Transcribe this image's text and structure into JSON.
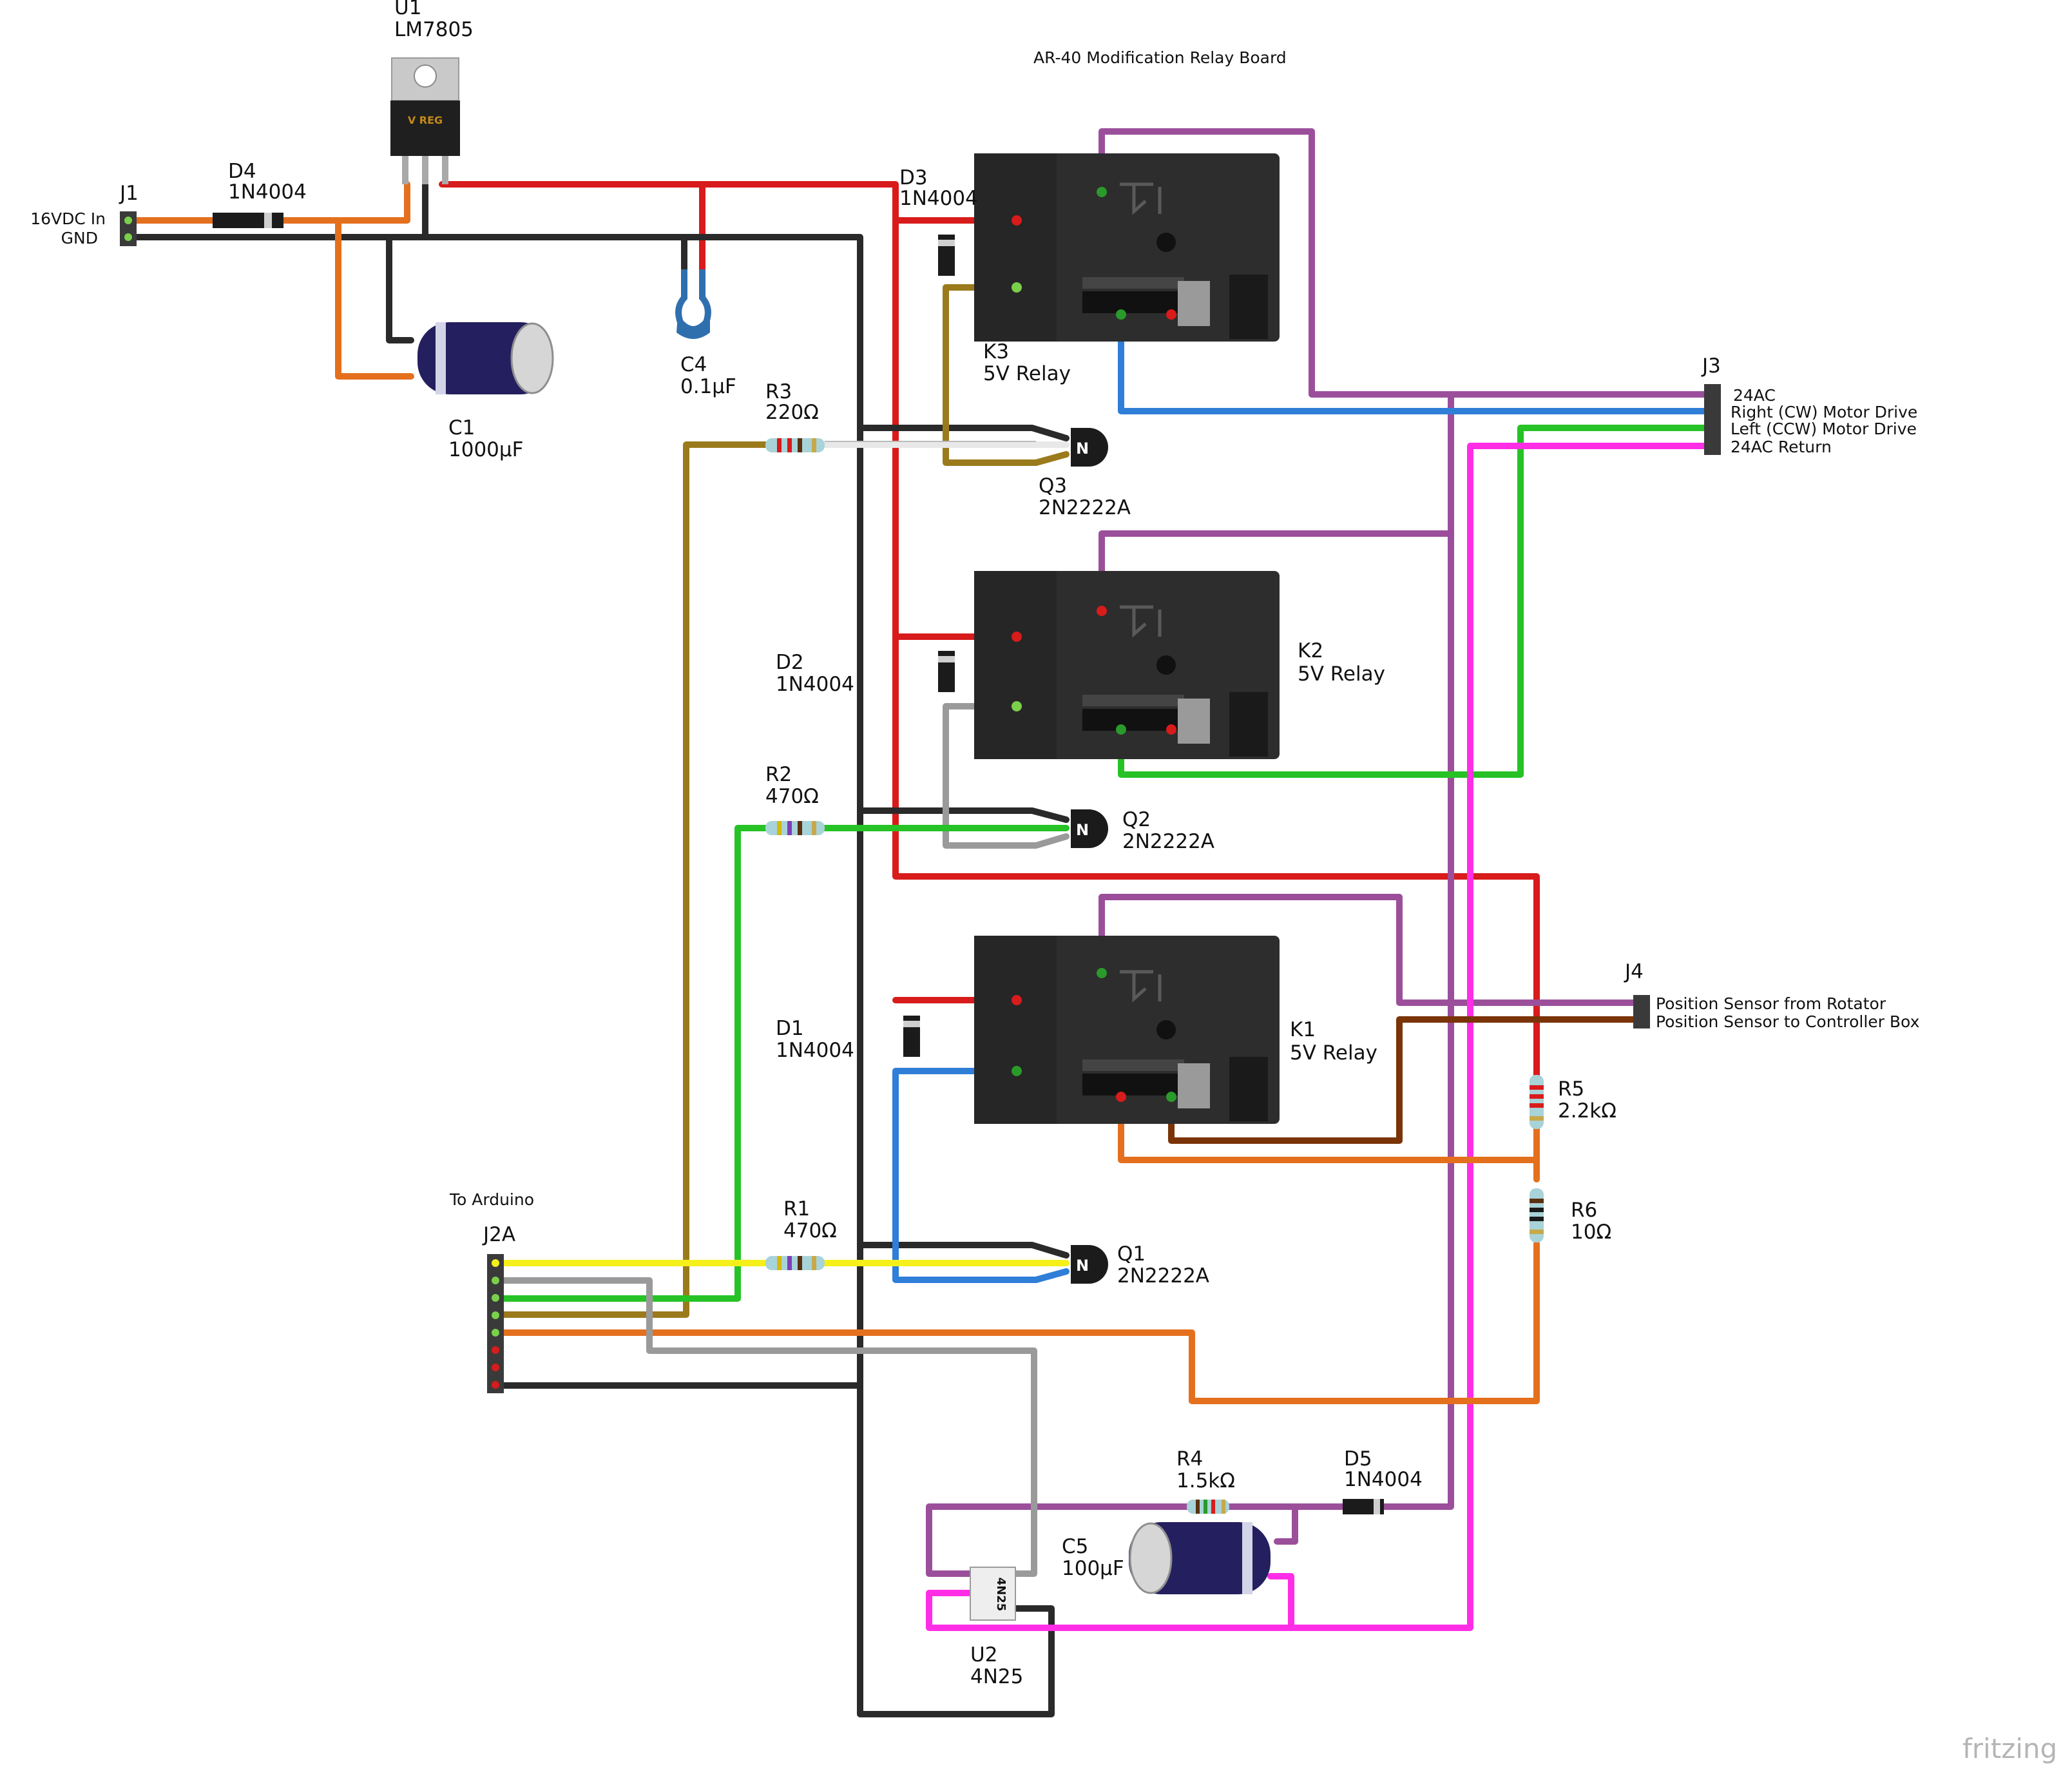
{
  "title": "AR-40 Modification Relay Board",
  "watermark": "fritzing",
  "parts": {
    "U1": {
      "ref": "U1",
      "value": "LM7805",
      "body_text": "V REG"
    },
    "J1": {
      "ref": "J1",
      "pins": [
        "16VDC In",
        "GND"
      ]
    },
    "D4": {
      "ref": "D4",
      "value": "1N4004"
    },
    "C1": {
      "ref": "C1",
      "value": "1000µF"
    },
    "C4": {
      "ref": "C4",
      "value": "0.1µF"
    },
    "D3": {
      "ref": "D3",
      "value": "1N4004"
    },
    "K3": {
      "ref": "K3",
      "value": "5V Relay"
    },
    "R3": {
      "ref": "R3",
      "value": "220Ω"
    },
    "Q3": {
      "ref": "Q3",
      "value": "2N2222A"
    },
    "D2": {
      "ref": "D2",
      "value": "1N4004"
    },
    "K2": {
      "ref": "K2",
      "value": "5V Relay"
    },
    "R2": {
      "ref": "R2",
      "value": "470Ω"
    },
    "Q2": {
      "ref": "Q2",
      "value": "2N2222A"
    },
    "D1": {
      "ref": "D1",
      "value": "1N4004"
    },
    "K1": {
      "ref": "K1",
      "value": "5V Relay"
    },
    "R1": {
      "ref": "R1",
      "value": "470Ω"
    },
    "Q1": {
      "ref": "Q1",
      "value": "2N2222A"
    },
    "J3": {
      "ref": "J3",
      "pins": [
        "24AC",
        "Right (CW) Motor Drive",
        "Left (CCW) Motor Drive",
        "24AC Return"
      ]
    },
    "J4": {
      "ref": "J4",
      "pins": [
        "Position Sensor from Rotator",
        "Position Sensor to Controller Box"
      ]
    },
    "R5": {
      "ref": "R5",
      "value": "2.2kΩ"
    },
    "R6": {
      "ref": "R6",
      "value": "10Ω"
    },
    "J2A": {
      "ref": "J2A",
      "caption": "To Arduino"
    },
    "R4": {
      "ref": "R4",
      "value": "1.5kΩ"
    },
    "D5": {
      "ref": "D5",
      "value": "1N4004"
    },
    "C5": {
      "ref": "C5",
      "value": "100µF"
    },
    "U2": {
      "ref": "U2",
      "value": "4N25",
      "body_text": "4N25"
    }
  },
  "transistor_marking": "N",
  "colors": {
    "red": "#d81b1b",
    "black": "#2a2a2a",
    "orange": "#e4701e",
    "purple": "#9b4f9b",
    "blue": "#2f7ed8",
    "green": "#26c226",
    "magenta": "#ff2ee6",
    "brown_yellow": "#9b7a1c",
    "yellow": "#f5f01a",
    "gray": "#9a9a9a",
    "brown": "#7a3408",
    "relay_body": "#2d2d2d",
    "cap_body": "#241f5e"
  }
}
